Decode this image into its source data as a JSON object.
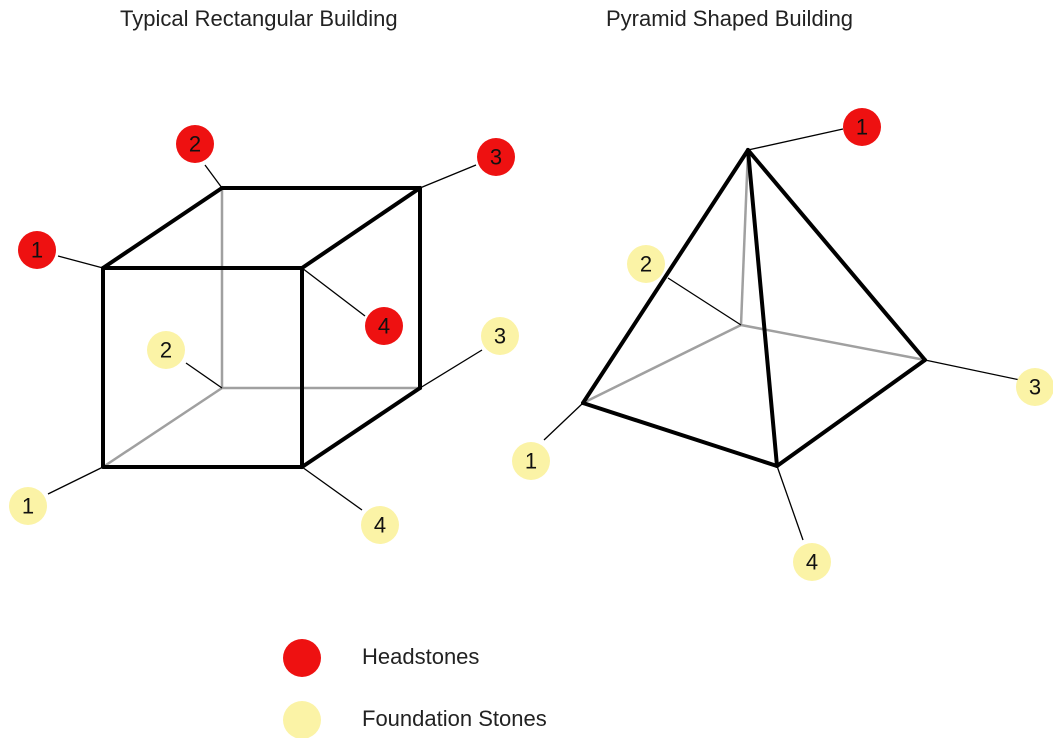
{
  "titles": {
    "rectangular": "Typical Rectangular Building",
    "pyramid": "Pyramid Shaped Building"
  },
  "colors": {
    "headstone": "#ee1111",
    "foundation": "#fbf3a6",
    "edge_front": "#000000",
    "edge_hidden": "#a0a0a0",
    "leader": "#000000"
  },
  "legend": {
    "headstones": "Headstones",
    "foundation": "Foundation Stones"
  },
  "cube": {
    "headstones": [
      "1",
      "2",
      "3",
      "4"
    ],
    "foundation": [
      "1",
      "2",
      "3",
      "4"
    ]
  },
  "pyramid": {
    "headstones": [
      "1"
    ],
    "foundation": [
      "1",
      "2",
      "3",
      "4"
    ]
  }
}
